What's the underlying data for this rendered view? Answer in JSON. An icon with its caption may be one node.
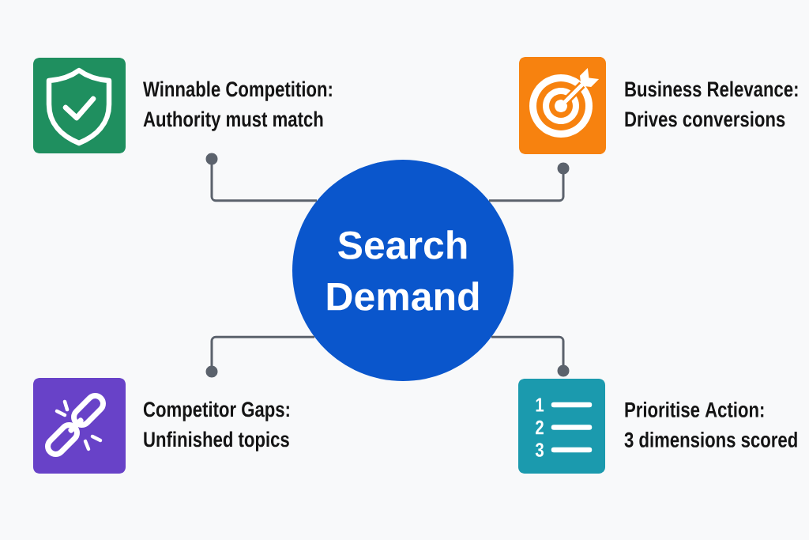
{
  "diagram": {
    "nodes": [
      {
        "text": [
          "Winnable Competition:",
          "Authority must match"
        ]
      },
      {
        "text": [
          "Business Relevance:",
          "Drives conversions"
        ]
      },
      {
        "text": [
          "Search Demand"
        ]
      },
      {
        "text": [
          "Competitor Gaps:",
          "Unfinished topics"
        ]
      },
      {
        "text": [
          "Prioritise Action:",
          "3 dimensions scored"
        ]
      }
    ],
    "edges": [
      {
        "from": 2,
        "to": 0,
        "arrow": "other"
      },
      {
        "from": 2,
        "to": 1,
        "arrow": "other"
      },
      {
        "from": 2,
        "to": 3,
        "arrow": "other"
      },
      {
        "from": 2,
        "to": 4,
        "arrow": "other"
      }
    ],
    "labels": [
      "1",
      "2",
      "3"
    ]
  }
}
